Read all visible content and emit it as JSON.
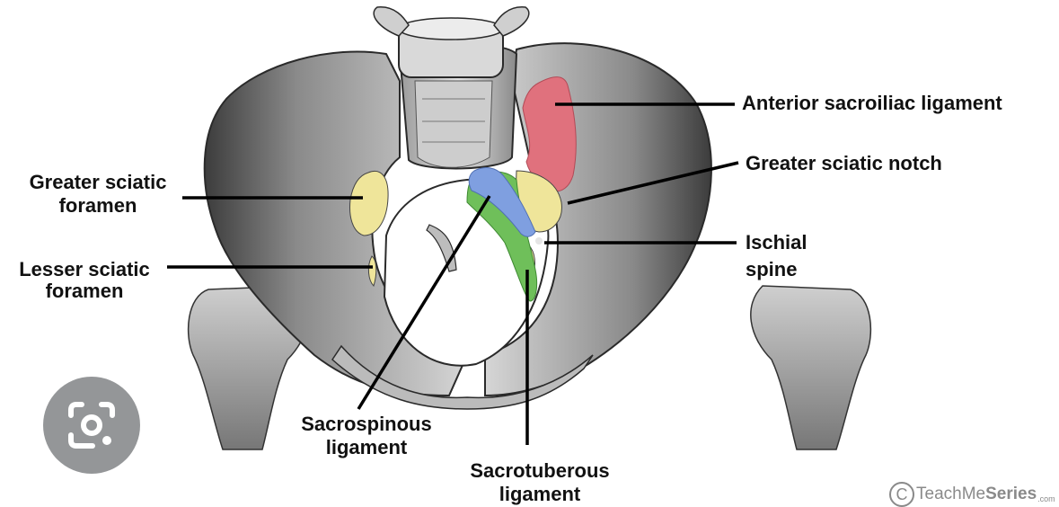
{
  "labels": {
    "anterior_sacroiliac": "Anterior sacroiliac ligament",
    "greater_sciatic_notch": "Greater sciatic notch",
    "ischial_spine_1": "Ischial",
    "ischial_spine_2": "spine",
    "greater_sciatic_foramen_1": "Greater sciatic",
    "greater_sciatic_foramen_2": "foramen",
    "lesser_sciatic_foramen_1": "Lesser sciatic",
    "lesser_sciatic_foramen_2": "foramen",
    "sacrospinous_1": "Sacrospinous",
    "sacrospinous_2": "ligament",
    "sacrotuberous_1": "Sacrotuberous",
    "sacrotuberous_2": "ligament"
  },
  "watermark": {
    "symbol": "C",
    "brand_a": "TeachMe",
    "brand_b": "Series",
    "domain": ".com"
  },
  "colors": {
    "anterior_sacroiliac": "#e0717d",
    "foramen": "#efe59a",
    "sacrospinous": "#7f9fe0",
    "sacrotuberous": "#6fbf5a",
    "leader_line": "#000000"
  },
  "icons": {
    "lens": "google-lens-camera-icon"
  }
}
